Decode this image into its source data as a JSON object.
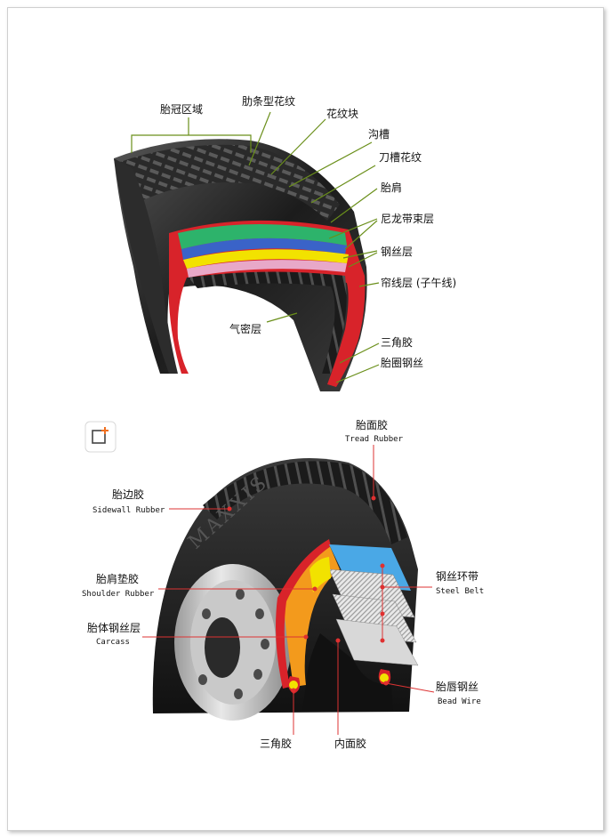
{
  "diagram_top": {
    "labels": {
      "crown": "胎冠区域",
      "rib": "肋条型花纹",
      "block": "花纹块",
      "groove": "沟槽",
      "sipe": "刀槽花纹",
      "shoulder": "胎肩",
      "nylon": "尼龙带束层",
      "steel": "钢丝层",
      "ply": "帘线层 (子午线)",
      "liner": "气密层",
      "apex": "三角胶",
      "bead": "胎圈钢丝"
    }
  },
  "diagram_bottom": {
    "brand": "MAXXIS",
    "labels": {
      "tread_cn": "胎面胶",
      "tread_en": "Tread Rubber",
      "sidewall_cn": "胎边胶",
      "sidewall_en": "Sidewall Rubber",
      "shoulder_cn": "胎肩垫胶",
      "shoulder_en": "Shoulder Rubber",
      "carcass_cn": "胎体钢丝层",
      "carcass_en": "Carcass",
      "belt_cn": "钢丝环带",
      "belt_en": "Steel Belt",
      "bead_cn": "胎唇钢丝",
      "bead_en": "Bead Wire",
      "apex_cn": "三角胶",
      "inner_cn": "内面胶"
    }
  },
  "colors": {
    "red_layer": "#d8232a",
    "green_layer": "#2db36b",
    "blue_layer": "#3a63c8",
    "yellow_layer": "#f2e200",
    "pink_layer": "#e8a8c8",
    "leader_green": "#6a8f1a",
    "leader_red": "#dd3333",
    "orange_layer": "#f39a1c"
  }
}
